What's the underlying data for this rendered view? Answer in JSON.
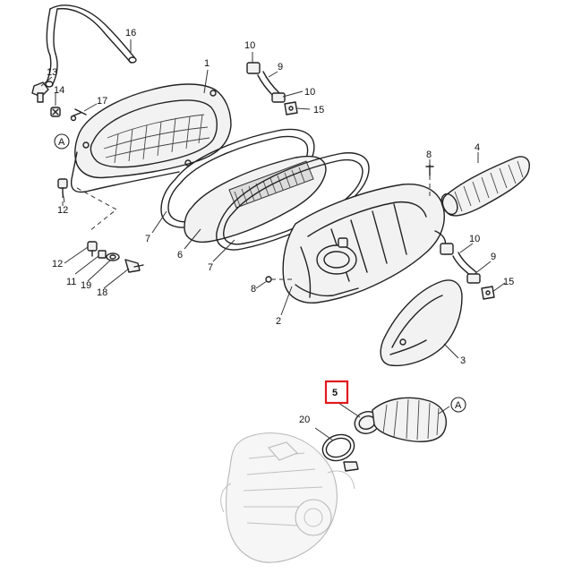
{
  "diagram": {
    "highlight_color": "#e0181e",
    "highlighted_part": "5",
    "callouts": {
      "c1": "1",
      "c2": "2",
      "c3": "3",
      "c4": "4",
      "c5": "5",
      "c6": "6",
      "c7a": "7",
      "c7b": "7",
      "c8a": "8",
      "c8b": "8",
      "c9a": "9",
      "c9b": "9",
      "c10a": "10",
      "c10b": "10",
      "c10c": "10",
      "c11": "11",
      "c12a": "12",
      "c12b": "12",
      "c13": "13",
      "c14": "14",
      "c15a": "15",
      "c15b": "15",
      "c16": "16",
      "c17": "17",
      "c18": "18",
      "c19": "19",
      "c20": "20"
    },
    "ref_a_top": "A",
    "ref_a_bottom": "A"
  }
}
